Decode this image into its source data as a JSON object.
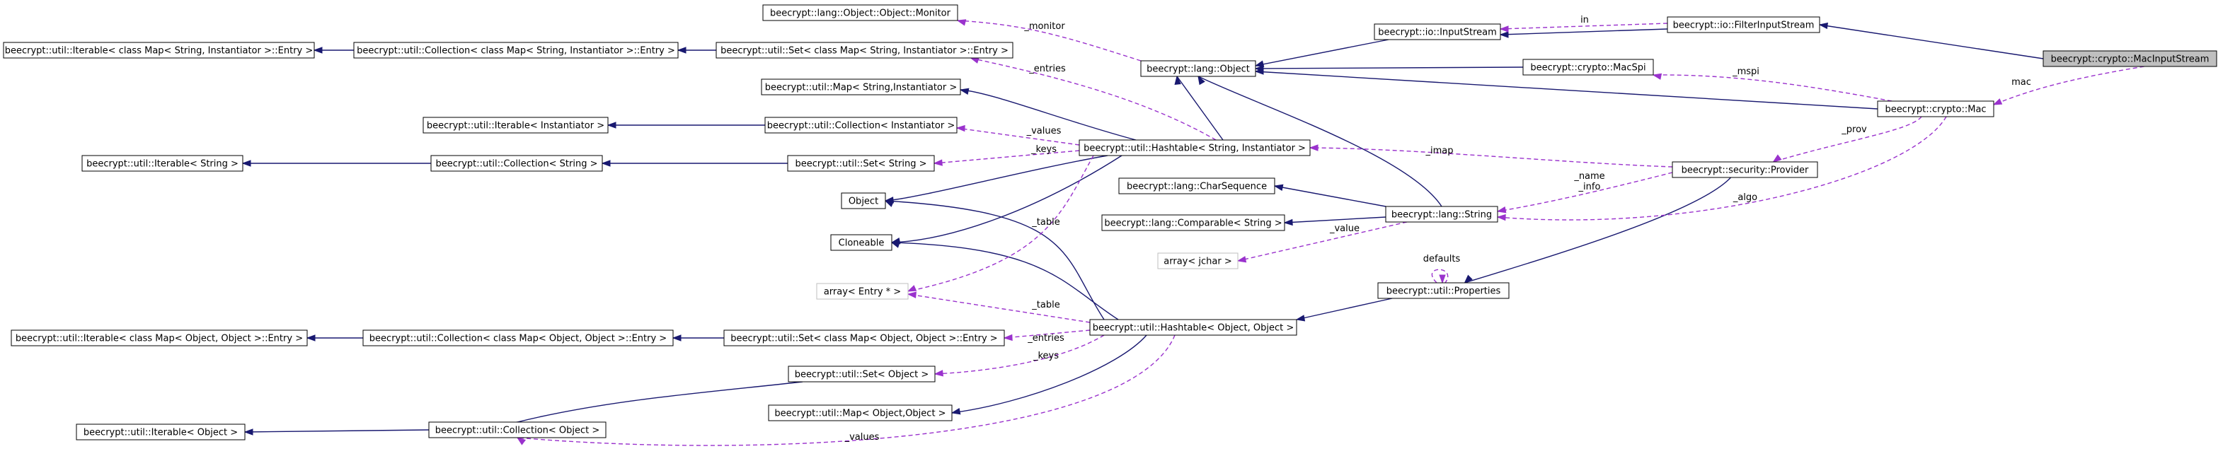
{
  "nodes": {
    "macinputstream": "beecrypt::crypto::MacInputStream",
    "filterinputstream": "beecrypt::io::FilterInputStream",
    "inputstream": "beecrypt::io::InputStream",
    "lang_object": "beecrypt::lang::Object",
    "monitor": "beecrypt::lang::Object::Object::Monitor",
    "macspi": "beecrypt::crypto::MacSpi",
    "mac": "beecrypt::crypto::Mac",
    "provider": "beecrypt::security::Provider",
    "properties": "beecrypt::util::Properties",
    "string": "beecrypt::lang::String",
    "charsequence": "beecrypt::lang::CharSequence",
    "comparable_string": "beecrypt::lang::Comparable< String >",
    "array_jchar": "array< jchar >",
    "hashtable_si": "beecrypt::util::Hashtable< String, Instantiator >",
    "hashtable_oo": "beecrypt::util::Hashtable< Object, Object >",
    "array_entry": "array< Entry * >",
    "object": "Object",
    "cloneable": "Cloneable",
    "iterable_entry_si": "beecrypt::util::Iterable< class Map< String, Instantiator >::Entry >",
    "collection_entry_si": "beecrypt::util::Collection< class Map< String, Instantiator >::Entry >",
    "set_entry_si": "beecrypt::util::Set< class Map< String, Instantiator >::Entry >",
    "map_si": "beecrypt::util::Map< String,Instantiator >",
    "iterable_inst": "beecrypt::util::Iterable< Instantiator >",
    "collection_inst": "beecrypt::util::Collection< Instantiator >",
    "iterable_string": "beecrypt::util::Iterable< String >",
    "collection_string": "beecrypt::util::Collection< String >",
    "set_string": "beecrypt::util::Set< String >",
    "iterable_entry_oo": "beecrypt::util::Iterable< class Map< Object, Object >::Entry >",
    "collection_entry_oo": "beecrypt::util::Collection< class Map< Object, Object >::Entry >",
    "set_entry_oo": "beecrypt::util::Set< class Map< Object, Object >::Entry >",
    "set_object": "beecrypt::util::Set< Object >",
    "map_oo": "beecrypt::util::Map< Object,Object >",
    "iterable_object": "beecrypt::util::Iterable< Object >",
    "collection_object": "beecrypt::util::Collection< Object >"
  },
  "edge_labels": {
    "in": "in",
    "mac": "mac",
    "mspi": "_mspi",
    "prov": "_prov",
    "algo": "_algo",
    "name_info": "_name\n_info",
    "value": "_value",
    "defaults": "defaults",
    "imap": "_imap",
    "monitor": "_monitor",
    "entries_top": "_entries",
    "values_top": "_values",
    "keys_top": "_keys",
    "table_top": "_table",
    "table_bottom": "_table",
    "entries_bottom": "_entries",
    "keys_bottom": "_keys",
    "values_bottom": "_values"
  },
  "colors": {
    "inheritance": "#191970",
    "usage": "#9a32cd",
    "focus_fill": "#bfbfbf",
    "node_border": "#000000",
    "external_border": "#bfbfbf"
  }
}
